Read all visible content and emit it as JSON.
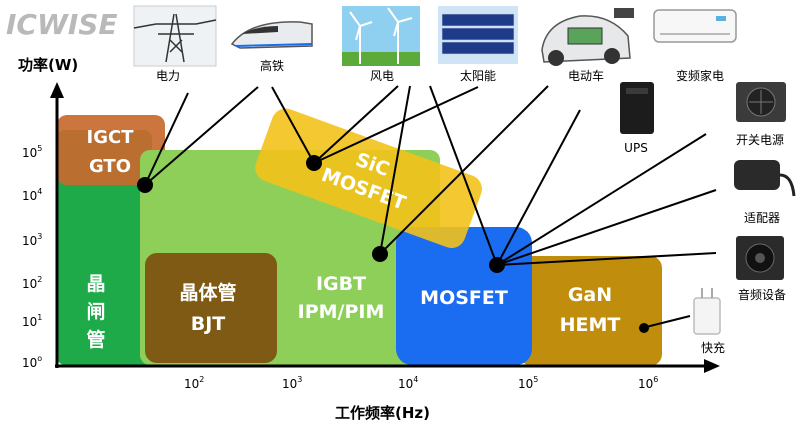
{
  "brand": "ICWISE",
  "axes": {
    "y_label": "功率(W)",
    "x_label": "工作频率(Hz)",
    "y_ticks": [
      {
        "base": "10",
        "exp": "5"
      },
      {
        "base": "10",
        "exp": "4"
      },
      {
        "base": "10",
        "exp": "3"
      },
      {
        "base": "10",
        "exp": "2"
      },
      {
        "base": "10",
        "exp": "1"
      },
      {
        "base": "10",
        "exp": "o"
      }
    ],
    "x_ticks": [
      {
        "base": "10",
        "exp": "2"
      },
      {
        "base": "10",
        "exp": "3"
      },
      {
        "base": "10",
        "exp": "4"
      },
      {
        "base": "10",
        "exp": "5"
      },
      {
        "base": "10",
        "exp": "6"
      }
    ]
  },
  "regions": {
    "igct_l1": "IGCT",
    "igct_l2": "GTO",
    "thyristor_l1": "晶",
    "thyristor_l2": "闸",
    "thyristor_l3": "管",
    "bjt_l1": "晶体管",
    "bjt_l2": "BJT",
    "igbt_l1": "IGBT",
    "igbt_l2": "IPM/PIM",
    "sic_l1": "SiC",
    "sic_l2": "MOSFET",
    "mosfet": "MOSFET",
    "gan_l1": "GaN",
    "gan_l2": "HEMT"
  },
  "applications": {
    "power_grid": "电力",
    "high_speed_rail": "高铁",
    "wind_power": "风电",
    "solar": "太阳能",
    "ev": "电动车",
    "inverter_ac": "变频家电",
    "ups": "UPS",
    "switching_psu": "开关电源",
    "adapter": "适配器",
    "audio": "音频设备",
    "fast_charger": "快充"
  },
  "colors": {
    "thyristor": "#1faa4a",
    "igct": "#c8692e",
    "bjt": "#7f5a14",
    "igbt": "#8ecf5a",
    "sic": "#f3c21a",
    "mosfet": "#1a6cf0",
    "gan": "#c08e0c",
    "line": "#000000"
  }
}
